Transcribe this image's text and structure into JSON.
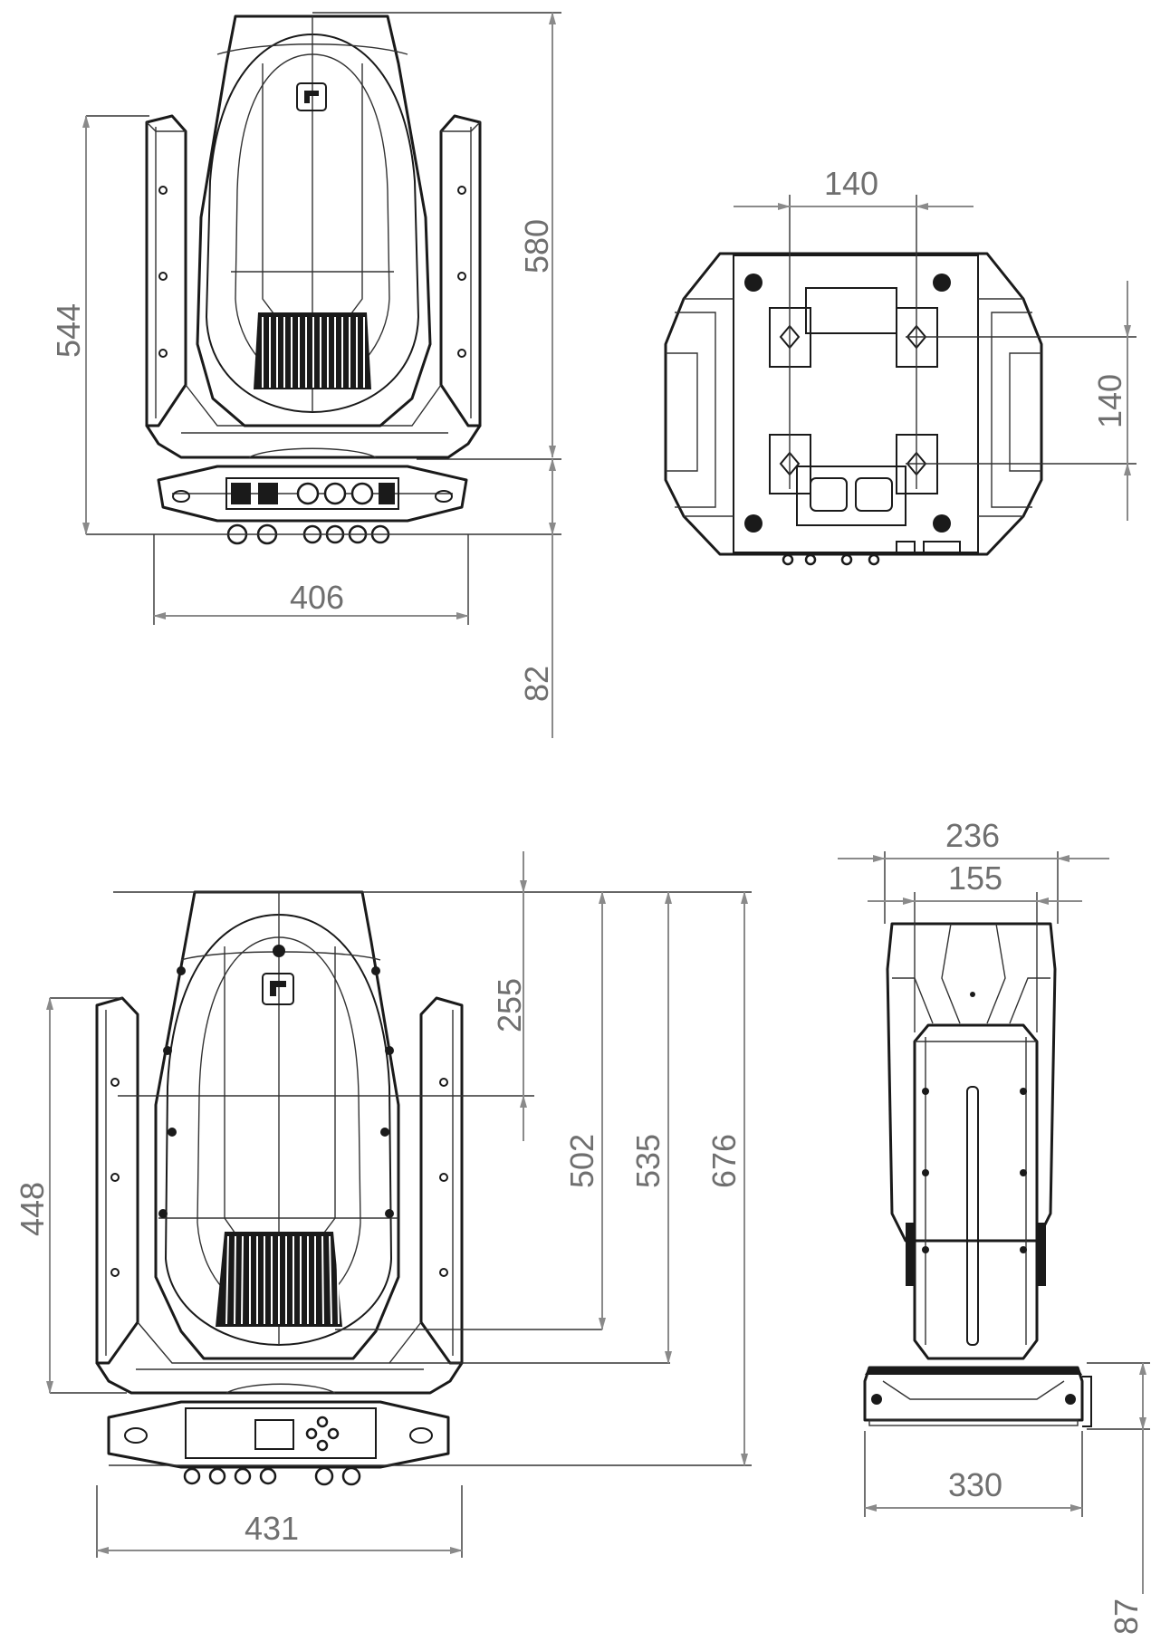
{
  "views": {
    "top_left": {
      "dimensions": {
        "height_total": "580",
        "height_arms": "544",
        "width_base": "406",
        "base_height": "82"
      }
    },
    "top_right": {
      "dimensions": {
        "hole_spacing_x": "140",
        "hole_spacing_y": "140"
      }
    },
    "bottom_left": {
      "dimensions": {
        "head_offset": "255",
        "height_502": "502",
        "height_535": "535",
        "height_total": "676",
        "height_arms": "448",
        "width_base": "431"
      }
    },
    "bottom_right": {
      "dimensions": {
        "width_outer": "236",
        "width_inner": "155",
        "width_base": "330",
        "base_height": "87"
      }
    }
  },
  "colors": {
    "line": "#1a1a1a",
    "dimension": "#8a8a8a",
    "dimension_text": "#6f6f6f",
    "background": "#ffffff"
  }
}
